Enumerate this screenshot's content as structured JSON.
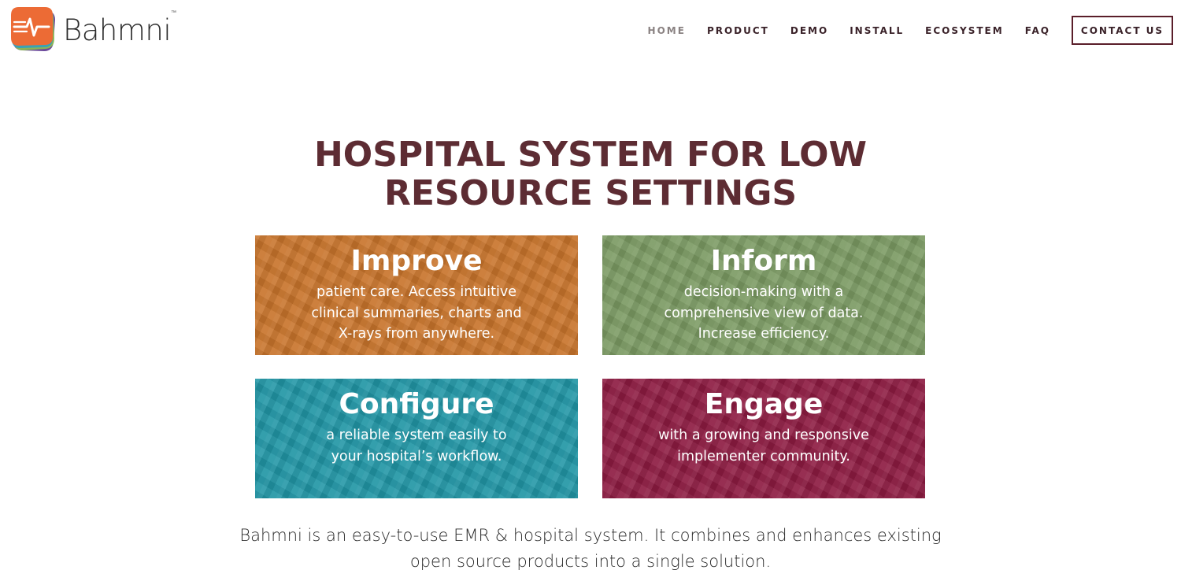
{
  "brand": {
    "name": "Bahmni",
    "trademark": "™",
    "colors": {
      "orange": "#ec6b35",
      "purple": "#6c4a9c",
      "green": "#8ec04f",
      "blue": "#2c9fc6"
    }
  },
  "nav": {
    "items": [
      {
        "label": "HOME",
        "active": true
      },
      {
        "label": "PRODUCT",
        "active": false
      },
      {
        "label": "DEMO",
        "active": false
      },
      {
        "label": "INSTALL",
        "active": false
      },
      {
        "label": "ECOSYSTEM",
        "active": false
      },
      {
        "label": "FAQ",
        "active": false
      }
    ],
    "contact_label": "CONTACT US"
  },
  "hero": {
    "title_line1": "HOSPITAL SYSTEM FOR LOW",
    "title_line2": "RESOURCE SETTINGS",
    "title_color": "#5d2c33"
  },
  "cards": [
    {
      "heading": "Improve",
      "lines": [
        "patient care. Access intuitive",
        "clinical summaries, charts and",
        "X-rays from anywhere."
      ],
      "color": "#c8742b"
    },
    {
      "heading": "Inform",
      "lines": [
        "decision-making with a",
        "comprehensive view of data.",
        "Increase efficiency."
      ],
      "color": "#7b9a63"
    },
    {
      "heading": "Configure",
      "lines": [
        "a reliable system easily to",
        "your hospital’s workflow."
      ],
      "color": "#2196a5"
    },
    {
      "heading": "Engage",
      "lines": [
        "with a growing and responsive",
        "implementer community."
      ],
      "color": "#8d1b41"
    }
  ],
  "intro": {
    "line1": "Bahmni is an easy-to-use EMR & hospital system. It combines and enhances existing",
    "line2": "open source products into a single solution."
  }
}
